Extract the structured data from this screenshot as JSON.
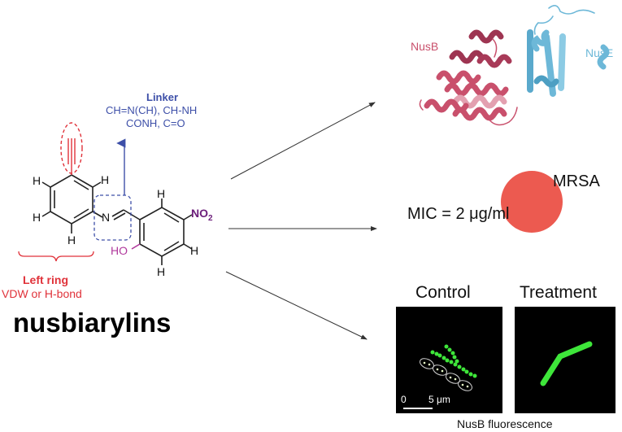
{
  "compound": {
    "name": "nusbiarylins",
    "linker": {
      "title": "Linker",
      "line1": "CH=N(CH), CH-NH",
      "line2": "CONH, C=O"
    },
    "left_ring": {
      "title": "Left ring",
      "subtitle": "VDW or H-bond"
    },
    "atoms": {
      "h": "H",
      "n": "N",
      "ho": "HO",
      "no2_main": "NO",
      "no2_sub": "2"
    }
  },
  "protein": {
    "nusb_label": "NusB",
    "nuse_label": "NusE"
  },
  "mic": {
    "label": "MIC = 2 μg/ml",
    "organism": "MRSA"
  },
  "fluorescence": {
    "control_label": "Control",
    "treatment_label": "Treatment",
    "scale_start": "0",
    "scale_end": "5 μm",
    "caption": "NusB fluorescence"
  },
  "colors": {
    "red": "#e0323a",
    "blue": "#3d4fa8",
    "magenta": "#b0389c",
    "purple": "#6b1d7a",
    "nusb": "#c9506c",
    "nuse": "#6db8d8",
    "mrsa_circle": "#ec5a50",
    "green": "#3ee63a"
  }
}
